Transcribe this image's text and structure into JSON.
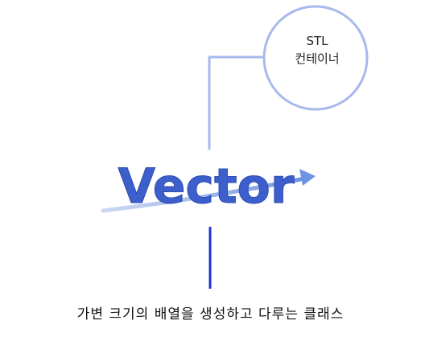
{
  "container_badge": {
    "line1": "STL",
    "line2": "컨테이너"
  },
  "title": "Vector",
  "caption": "가변 크기의 배열을 생성하고 다루는 클래스",
  "colors": {
    "circle_stroke": "#a7b9ec",
    "connector": "#a7b9ec",
    "title_fill": "#3d5fcb",
    "arrow": "#7a9be0",
    "bottom_line": "#2233cc"
  },
  "icons": {
    "arrow": "swoosh-arrow-icon"
  }
}
